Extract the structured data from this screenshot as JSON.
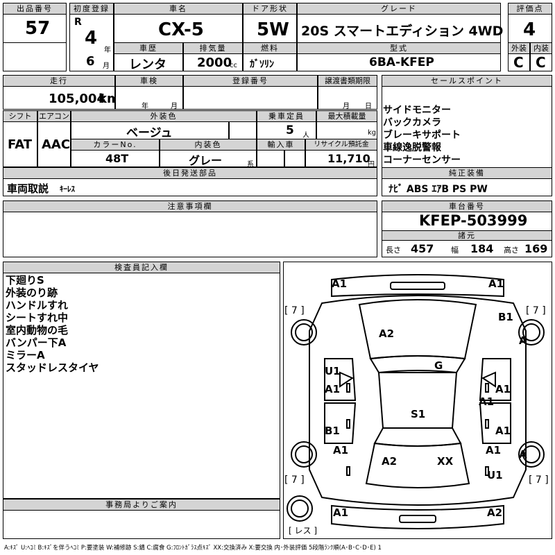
{
  "header": {
    "lot_label": "出品番号",
    "lot_value": "57",
    "first_reg_label": "初度登録",
    "era": "R",
    "reg_year": "4",
    "year_unit": "年",
    "reg_month": "6",
    "month_unit": "月",
    "car_name_label": "車名",
    "car_name": "CX-5",
    "door_label": "ドア形状",
    "door": "5W",
    "grade_label": "グレード",
    "grade": "20S スマートエディション 4WD",
    "score_label": "評価点",
    "score": "4",
    "history_label": "車歴",
    "history": "レンタ",
    "displacement_label": "排気量",
    "displacement": "2000",
    "cc_unit": "cc",
    "fuel_label": "燃料",
    "fuel": "ｶﾞｿﾘﾝ",
    "model_label": "型式",
    "model": "6BA-KFEP",
    "ext_label": "外装",
    "ext_score": "C",
    "int_label": "内装",
    "int_score": "C"
  },
  "row2": {
    "mileage_label": "走行",
    "mileage": "105,004",
    "km_unit": "km",
    "inspection_label": "車検",
    "insp_year_unit": "年",
    "insp_month_unit": "月",
    "regno_label": "登録番号",
    "transfer_label": "譲渡書類期限",
    "transfer_month_unit": "月",
    "transfer_day_unit": "日",
    "sales_label": "セールスポイント",
    "sales_points": [
      "サイドモニター",
      "バックカメラ",
      "ブレーキサポート",
      "車線逸脱警報",
      "コーナーセンサー"
    ],
    "shift_label": "シフト",
    "shift": "FAT",
    "ac_label": "エアコン",
    "ac": "AAC",
    "color_label": "外装色",
    "color": "ベージュ",
    "seats_label": "乗車定員",
    "seats": "5",
    "seats_unit": "人",
    "load_label": "最大積載量",
    "load_unit": "kg",
    "colorno_label": "カラーNo.",
    "colorno": "48T",
    "intcolor_label": "内装色",
    "intcolor": "グレー",
    "intcolor_unit": "系",
    "import_label": "輸入車",
    "recycle_label": "リサイクル預託金",
    "recycle": "11,710",
    "yen_unit": "円"
  },
  "row3": {
    "later_label": "後日発送部品",
    "later_main": "車両取説",
    "later_sub": "ｷｰﾚｽ",
    "equip_label": "純正装備",
    "equip": "ﾅﾋﾞ ABS ｴｱB PS PW"
  },
  "row4": {
    "notes_label": "注意事項欄",
    "chassis_label": "車台番号",
    "chassis": "KFEP-503999",
    "spec_label": "諸元",
    "len_label": "長さ",
    "len": "457",
    "wid_label": "幅",
    "wid": "184",
    "hei_label": "高さ",
    "hei": "169"
  },
  "inspector": {
    "label": "検査員記入欄",
    "lines": [
      "下廻りS",
      "外装のり跡",
      "ハンドルすれ",
      "シートすれ中",
      "室内動物の毛",
      "バンパー下A",
      "ミラーA",
      "スタッドレスタイヤ"
    ]
  },
  "diagram": {
    "marks": [
      "A1",
      "A1",
      "B1",
      "A",
      "A2",
      "G",
      "U1",
      "A1",
      "A1",
      "A1",
      "S1",
      "B1",
      "A1",
      "A1",
      "A2",
      "XX",
      "A1",
      "A",
      "U1",
      "A1",
      "A2"
    ],
    "tire_tread": [
      "7",
      "7",
      "7",
      "7"
    ],
    "spare": "レス"
  },
  "office": {
    "label": "事務局よりご案内"
  },
  "legend": "A:ｷｽﾞ U:ﾍｺﾐ B:ｷｽﾞを伴うﾍｺﾐ P:要塗装 W:補修跡 S:錆 C:腐食 G:ﾌﾛﾝﾄｶﾞﾗｽ点ｷｽﾞ XX:交換済み X:要交換  内･外装評価 5段階ﾗﾝｸ順(A･B･C･D･E) 1"
}
